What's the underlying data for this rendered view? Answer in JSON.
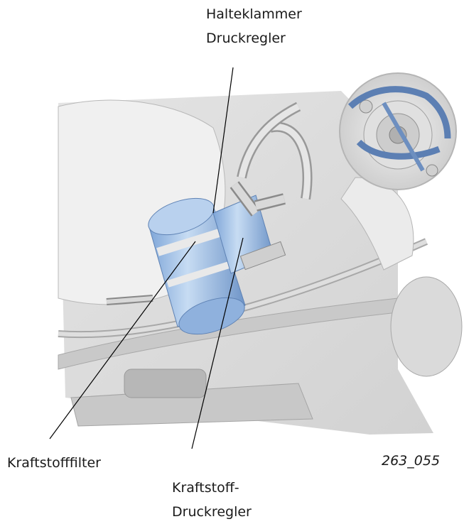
{
  "labels": {
    "clip": {
      "line1": "Halteklammer",
      "line2": "Druckregler"
    },
    "filter": "Kraftstofffilter",
    "regulator": {
      "line1": "Kraftstoff-",
      "line2": "Druckregler"
    }
  },
  "figure_number": "263_055"
}
